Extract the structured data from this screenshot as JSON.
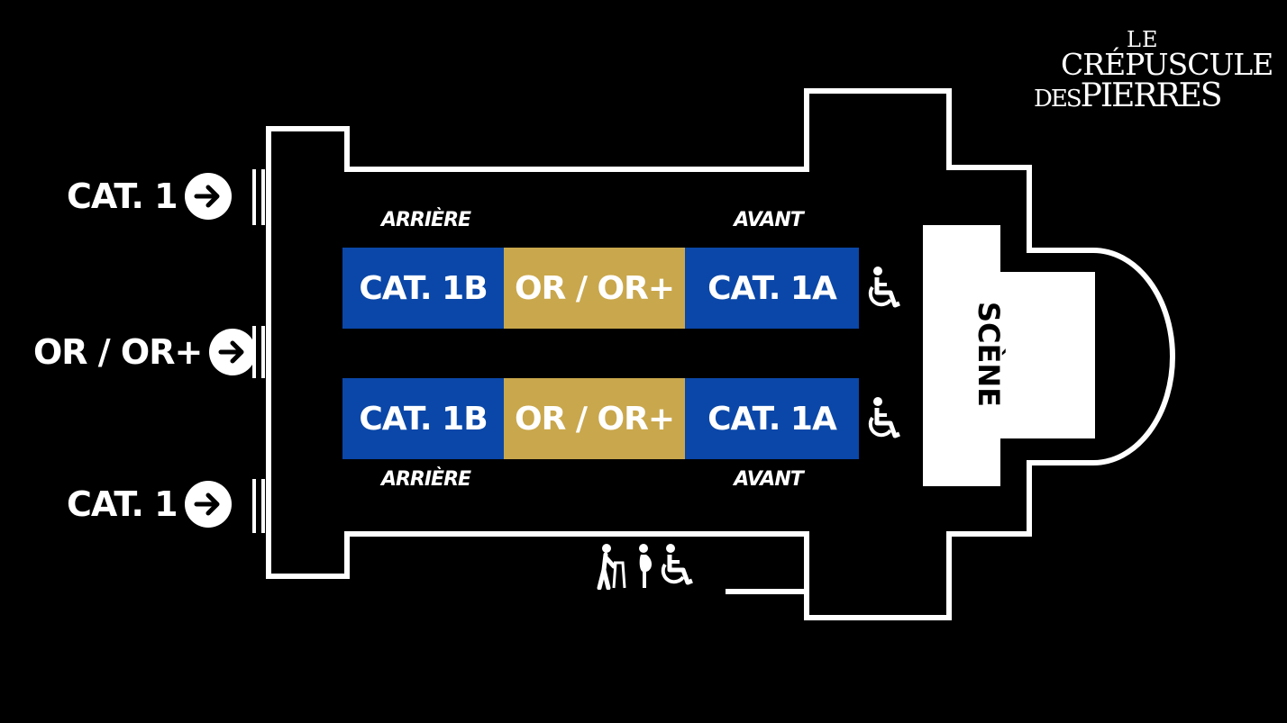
{
  "logo": {
    "line1": "LE",
    "line2": "CRÉPUSCULE",
    "line3_prefix": "DES",
    "line3_main": "PIERRES"
  },
  "entrances": [
    {
      "label": "CAT. 1",
      "icon": "arrow-right-icon"
    },
    {
      "label": "OR / OR+",
      "icon": "arrow-right-icon"
    },
    {
      "label": "CAT. 1",
      "icon": "arrow-right-icon"
    }
  ],
  "zones": {
    "top_rear": "ARRIÈRE",
    "top_front": "AVANT",
    "bottom_rear": "ARRIÈRE",
    "bottom_front": "AVANT"
  },
  "rows": [
    {
      "blocks": [
        {
          "label": "CAT. 1B",
          "color": "#0a47a8"
        },
        {
          "label": "OR / OR+",
          "color": "#c9a74c"
        },
        {
          "label": "CAT. 1A",
          "color": "#0a47a8"
        }
      ],
      "accessibility_icon": "wheelchair-icon"
    },
    {
      "blocks": [
        {
          "label": "CAT. 1B",
          "color": "#0a47a8"
        },
        {
          "label": "OR / OR+",
          "color": "#c9a74c"
        },
        {
          "label": "CAT. 1A",
          "color": "#0a47a8"
        }
      ],
      "accessibility_icon": "wheelchair-icon"
    }
  ],
  "stage": {
    "label": "SCÈNE"
  },
  "pmr_entrance_icons": [
    "walker-icon",
    "pregnant-person-icon",
    "wheelchair-icon"
  ],
  "colors": {
    "background": "#000000",
    "outline": "#ffffff",
    "cat_blue": "#0a47a8",
    "or_gold": "#c9a74c"
  }
}
